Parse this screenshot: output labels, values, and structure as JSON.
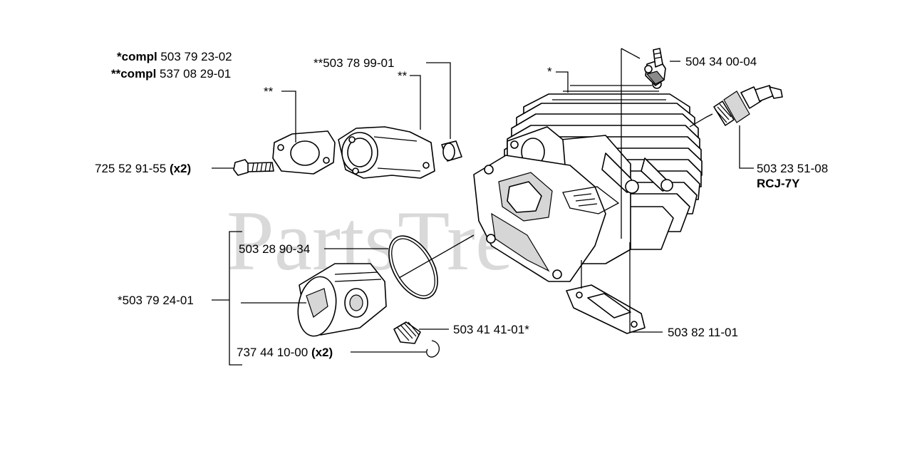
{
  "watermark": "PartsTree",
  "labels": {
    "compl1_prefix": "*compl",
    "compl1_part": "503 79 23-02",
    "compl2_prefix": "**compl",
    "compl2_part": "537 08 29-01",
    "gasket_marker": "**",
    "intake_number": "**503 78 99-01",
    "intake_marker": "**",
    "cylinder_marker": "*",
    "screw_part": "725 52 91-55",
    "screw_qty": "(x2)",
    "decomp_valve": "504 34 00-04",
    "spark_plug_part": "503 23 51-08",
    "spark_plug_model": "RCJ-7Y",
    "ring_part": "503 28 90-34",
    "piston_part": "*503 79 24-01",
    "bearing_part": "503 41 41-01*",
    "circlip_part": "737 44 10-00",
    "circlip_qty": "(x2)",
    "base_gasket_part": "503 82 11-01"
  },
  "colors": {
    "ink": "#000000",
    "watermark": "#d9d9d9",
    "shade": "#d6d6d6"
  }
}
